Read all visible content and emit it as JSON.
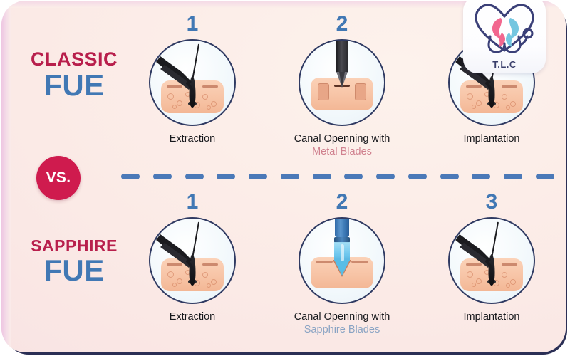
{
  "poster": {
    "title": "Classic FUE vs Sapphire FUE",
    "background_color": "#fbeae6",
    "border_color": "#2b2f55",
    "accent_blue": "#4178b4",
    "accent_crimson": "#b81f4c",
    "vs_badge_color": "#cf1b4e",
    "divider_color": "#4b79b8"
  },
  "vs": {
    "label": "VS."
  },
  "logo": {
    "icon": "heart-stethoscope-icon",
    "caption": "T.L.C"
  },
  "rows": [
    {
      "id": "classic",
      "label_top": "CLASSIC",
      "label_bottom": "FUE",
      "steps": [
        {
          "number": "1",
          "icon": "forceps-extraction-icon",
          "caption": "Extraction",
          "subcaption": "",
          "subcaption_color": ""
        },
        {
          "number": "2",
          "icon": "metal-blade-icon",
          "caption": "Canal Openning with",
          "subcaption": "Metal Blades",
          "subcaption_color": "#d0818f"
        },
        {
          "number": "",
          "icon": "forceps-implantation-icon",
          "caption": "Implantation",
          "subcaption": "",
          "subcaption_color": ""
        }
      ]
    },
    {
      "id": "sapphire",
      "label_top": "SAPPHIRE",
      "label_bottom": "FUE",
      "steps": [
        {
          "number": "1",
          "icon": "forceps-extraction-icon",
          "caption": "Extraction",
          "subcaption": "",
          "subcaption_color": ""
        },
        {
          "number": "2",
          "icon": "sapphire-blade-icon",
          "caption": "Canal Openning with",
          "subcaption": "Sapphire Blades",
          "subcaption_color": "#8aa4c4"
        },
        {
          "number": "3",
          "icon": "forceps-implantation-icon",
          "caption": "Implantation",
          "subcaption": "",
          "subcaption_color": ""
        }
      ]
    }
  ]
}
